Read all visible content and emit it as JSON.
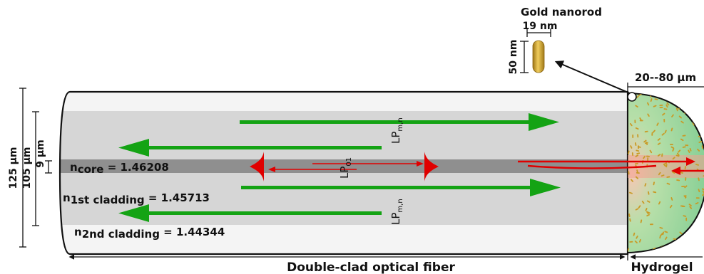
{
  "nanorod": {
    "title": "Gold nanorod",
    "width_label": "19 nm",
    "length_label": "50 nm"
  },
  "fiber": {
    "outer_diameter": "125 µm",
    "inner_cladding_diameter": "105 µm",
    "core_diameter": "9 µm",
    "core_index": {
      "sym": "n",
      "sub": "core",
      "value": " = 1.46208"
    },
    "cladding1_index": {
      "sym": "n",
      "sub": "1st cladding",
      "value": " = 1.45713"
    },
    "cladding2_index": {
      "sym": "n",
      "sub": "2nd cladding",
      "value": " = 1.44344"
    },
    "label": "Double-clad optical fiber"
  },
  "modes": {
    "core_mode": {
      "base": "LP",
      "sub": "01"
    },
    "cladding_mode": {
      "base": "LP",
      "sub": "m,n"
    }
  },
  "hydrogel": {
    "thickness": "20--80 µm",
    "label": "Hydrogel"
  },
  "colors": {
    "core": "#8f8f8f",
    "inner_cladding": "#d6d6d6",
    "outer_cladding": "#f4f4f4",
    "cladding_light": "#14a314",
    "core_light": "#e00000",
    "hydrogel_green": "#9fd8a8",
    "nanorod_gold": "#d4a52c"
  }
}
